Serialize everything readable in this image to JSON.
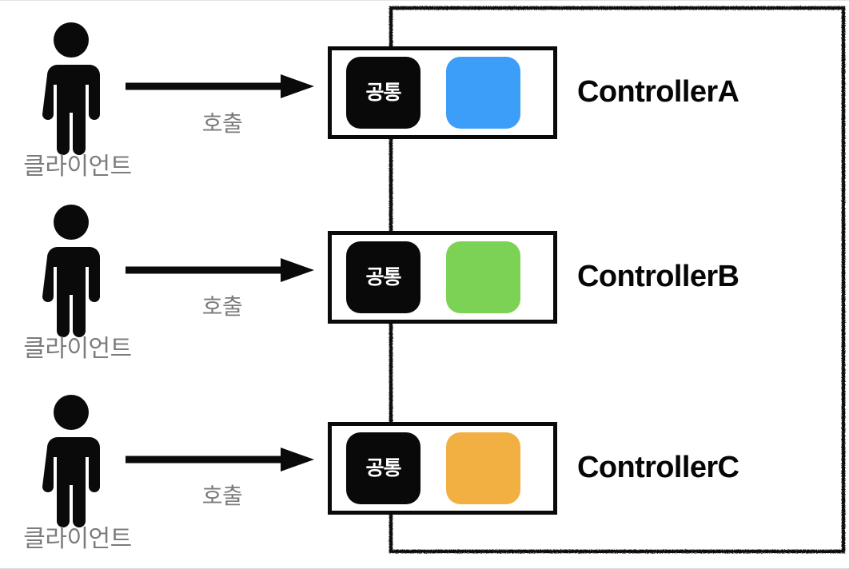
{
  "diagram": {
    "title": "Controller common-module architecture",
    "background_color": "#ffffff",
    "client_label_color": "#7c7c7c",
    "call_label_color": "#7a7a7a",
    "box_border_color": "#0a0a0a",
    "common_chip_color": "#090909",
    "common_chip_text_color": "#ffffff",
    "sketch_border_color": "#111111"
  },
  "common_chip": {
    "label": "공통",
    "icon": "common-module-chip"
  },
  "arrow": {
    "label": "호출",
    "icon": "right-arrow-icon"
  },
  "client": {
    "label": "클라이언트",
    "icon": "person-pictogram-icon"
  },
  "rows": [
    {
      "client_label": "클라이언트",
      "arrow_label": "호출",
      "common_label": "공통",
      "controller_name": "ControllerA",
      "feature_color": "#3d9ef9"
    },
    {
      "client_label": "클라이언트",
      "arrow_label": "호출",
      "common_label": "공통",
      "controller_name": "ControllerB",
      "feature_color": "#7cd254"
    },
    {
      "client_label": "클라이언트",
      "arrow_label": "호출",
      "common_label": "공통",
      "controller_name": "ControllerC",
      "feature_color": "#f3b042"
    }
  ]
}
